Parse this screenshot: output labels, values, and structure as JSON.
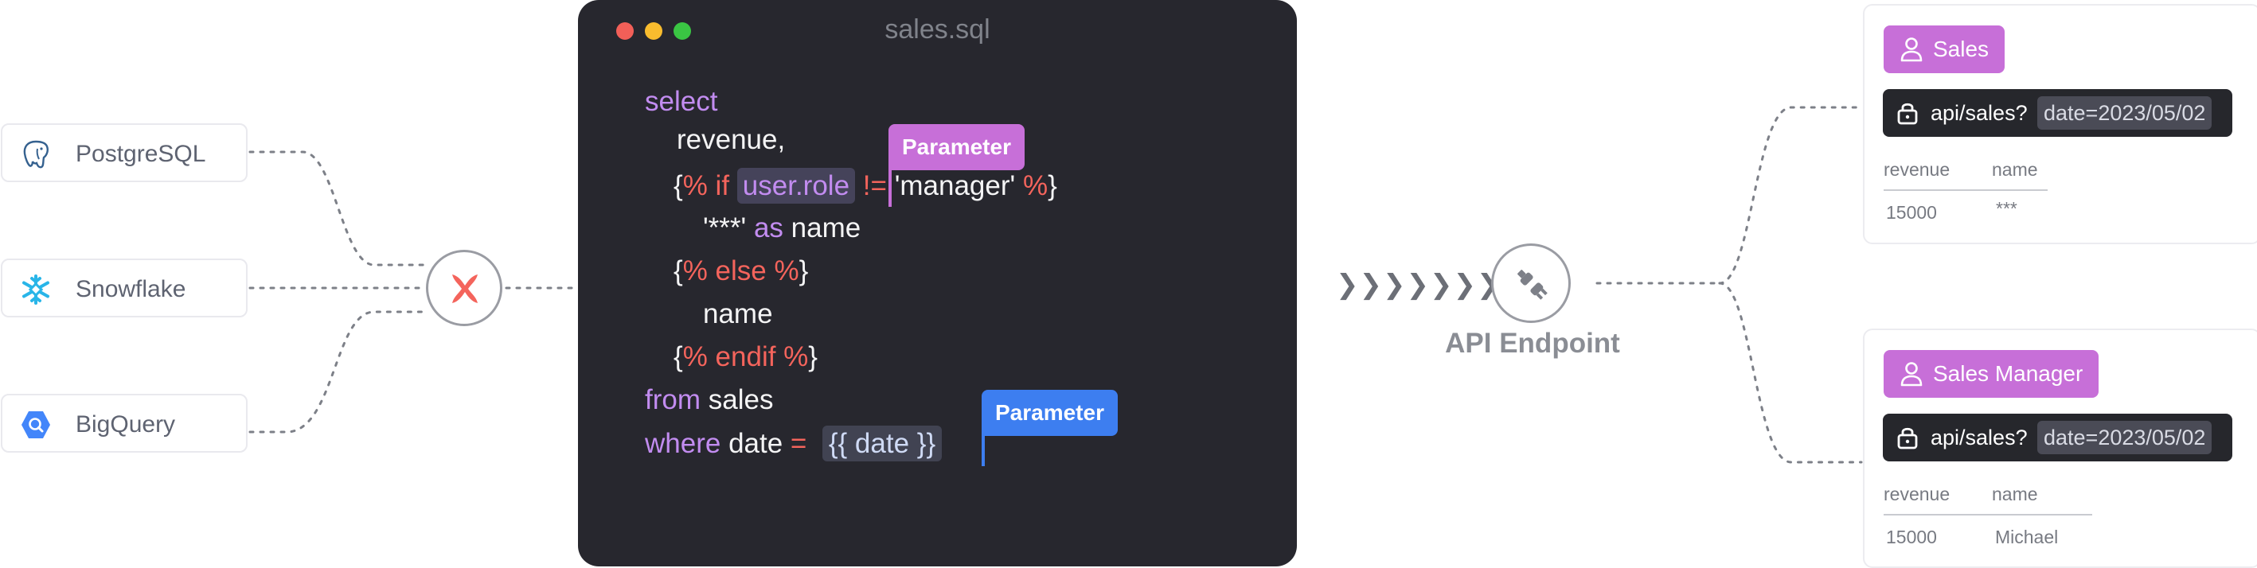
{
  "sources": [
    {
      "name": "PostgreSQL",
      "icon": "postgresql-elephant-icon"
    },
    {
      "name": "Snowflake",
      "icon": "snowflake-icon"
    },
    {
      "name": "BigQuery",
      "icon": "bigquery-icon"
    }
  ],
  "hub": {
    "icon": "integration-hub-icon"
  },
  "editor": {
    "filename": "sales.sql",
    "window_controls": [
      "close",
      "minimize",
      "maximize"
    ],
    "code": {
      "select": "select",
      "revenue": "revenue,",
      "open_brace": "{",
      "if_kw": "% if",
      "user_role": "user.role",
      "neq": "!=",
      "manager": "'manager'",
      "close_pct": "%",
      "close_brace": "}",
      "masked": "'***'",
      "as_kw": "as",
      "name_after_as": "name",
      "else_kw": "% else %",
      "name_line": "name",
      "endif_kw": "% endif %",
      "from_kw": "from",
      "sales": "sales",
      "where_kw": "where",
      "date_col": "date",
      "eq": "=",
      "date_param": "{{ date }}"
    },
    "parameter_tags": [
      {
        "label": "Parameter",
        "color": "#c76fd8"
      },
      {
        "label": "Parameter",
        "color": "#3d7ef0"
      }
    ]
  },
  "chevrons": "❯❯❯❯❯❯❯",
  "api": {
    "label": "API Endpoint",
    "icon": "plug-connector-icon"
  },
  "outputs": [
    {
      "role": "Sales",
      "url_base": "api/sales?",
      "url_param": "date=2023/05/02",
      "columns": [
        "revenue",
        "name"
      ],
      "row": [
        "15000",
        "***"
      ]
    },
    {
      "role": "Sales Manager",
      "url_base": "api/sales?",
      "url_param": "date=2023/05/02",
      "columns": [
        "revenue",
        "name"
      ],
      "row": [
        "15000",
        "Michael"
      ]
    }
  ],
  "colors": {
    "editor_bg": "#27272e",
    "keyword": "#c28cf0",
    "delimiter": "#f4645c",
    "role_badge": "#c76fd8",
    "param_blue": "#3d7ef0",
    "param_purple": "#c76fd8"
  }
}
